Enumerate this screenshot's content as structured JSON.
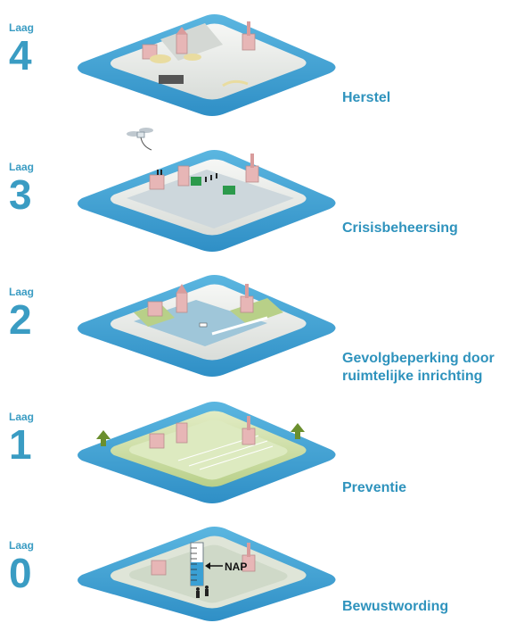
{
  "layers": [
    {
      "laag": "Laag",
      "number": "4",
      "caption": "Herstel"
    },
    {
      "laag": "Laag",
      "number": "3",
      "caption": "Crisisbeheersing"
    },
    {
      "laag": "Laag",
      "number": "2",
      "caption": "Gevolgbeperking door ruimtelijke inrichting"
    },
    {
      "laag": "Laag",
      "number": "1",
      "caption": "Preventie"
    },
    {
      "laag": "Laag",
      "number": "0",
      "caption": "Bewustwording"
    }
  ],
  "nap_label": "NAP",
  "colors": {
    "accent": "#3a9cc3",
    "water": "#3aa0d4",
    "land": "#eef0ee",
    "green_land": "#cfe0a8",
    "building": "#e7b6b6",
    "road": "#8a9aa4"
  },
  "icons": [
    "drone-icon",
    "arrow-up-icon",
    "emergency-sign-icon",
    "measuring-staff-icon",
    "person-icon"
  ]
}
